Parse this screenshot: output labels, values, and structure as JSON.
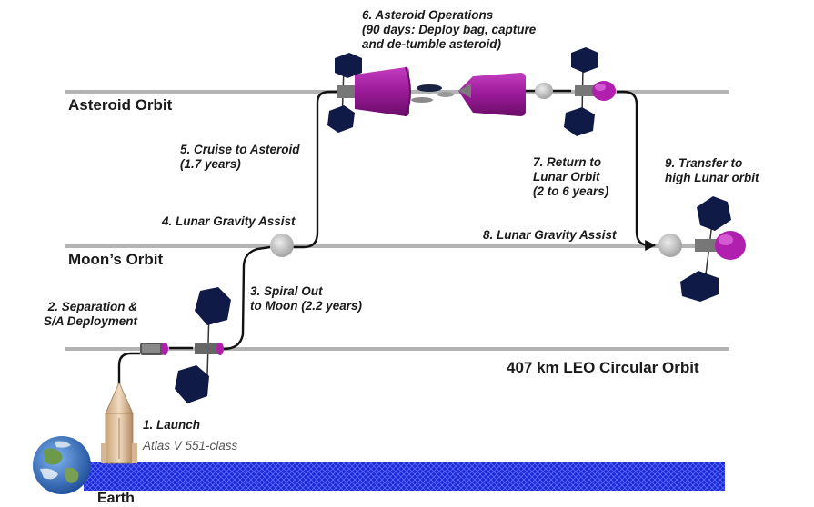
{
  "orbits": {
    "asteroid": "Asteroid Orbit",
    "moon": "Moon’s Orbit",
    "leo": "407 km LEO Circular Orbit"
  },
  "earth_label": "Earth",
  "steps": {
    "s1_title": "1. Launch",
    "s1_sub": "Atlas V 551-class",
    "s2_l1": "2. Separation &",
    "s2_l2": "S/A Deployment",
    "s3_l1": "3. Spiral Out",
    "s3_l2": "to Moon (2.2 years)",
    "s4": "4. Lunar Gravity Assist",
    "s5_l1": "5. Cruise to Asteroid",
    "s5_l2": "(1.7 years)",
    "s6_l1": "6. Asteroid Operations",
    "s6_l2": "(90 days: Deploy bag, capture",
    "s6_l3": "and de-tumble asteroid)",
    "s7_l1": "7. Return to",
    "s7_l2": "Lunar Orbit",
    "s7_l3": "(2 to 6 years)",
    "s8": "8. Lunar Gravity Assist",
    "s9_l1": "9. Transfer to",
    "s9_l2": "high Lunar orbit"
  },
  "colors": {
    "orbit_line": "#b4b4b4",
    "trajectory": "#111111",
    "ground": "#1e2ad8",
    "solar_panel": "#101a46",
    "capture_bag": "#a0189e",
    "moon": "#c8c8c8",
    "rocket": "#e2c9a4",
    "earth_ocean": "#3a78c8"
  }
}
